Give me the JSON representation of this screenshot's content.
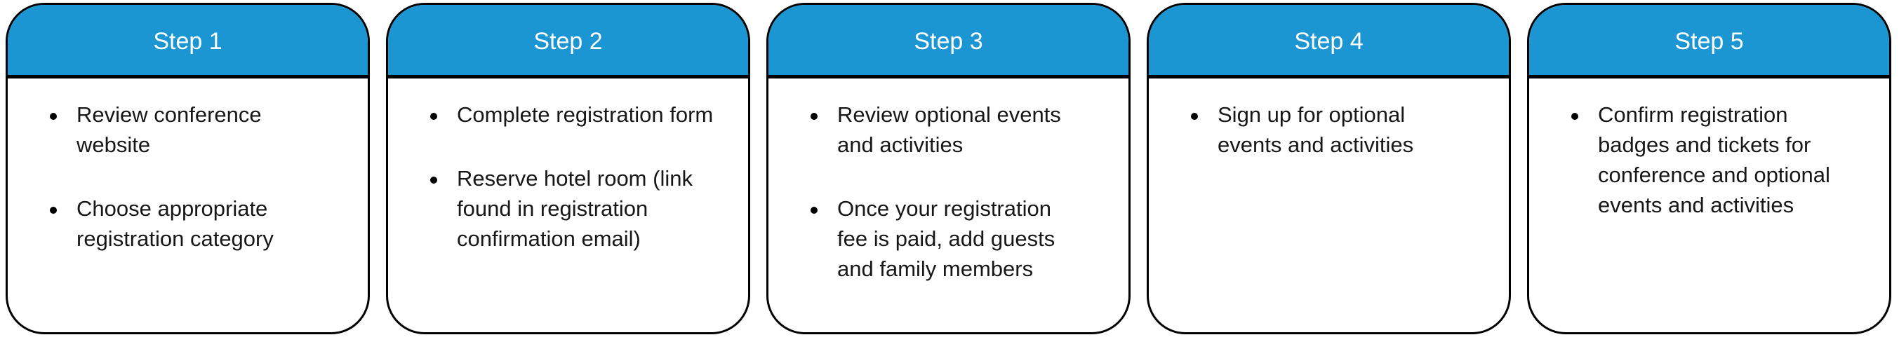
{
  "colors": {
    "header_bg": "#1b96d2",
    "header_text": "#ffffff",
    "card_border": "#000000",
    "body_text": "#171717",
    "bullet_dot": "#000000",
    "page_bg": "#ffffff"
  },
  "steps": [
    {
      "title": "Step 1",
      "bullets": [
        "Review conference\nwebsite",
        "Choose appropriate\nregistration category"
      ]
    },
    {
      "title": "Step 2",
      "bullets": [
        "Complete registration form",
        "Reserve hotel room (link\nfound in registration\nconfirmation email)"
      ]
    },
    {
      "title": "Step 3",
      "bullets": [
        "Review optional events\nand activities",
        "Once your registration\nfee is paid, add guests\nand family members"
      ]
    },
    {
      "title": "Step 4",
      "bullets": [
        "Sign up for optional\nevents and activities"
      ]
    },
    {
      "title": "Step 5",
      "bullets": [
        "Confirm registration\nbadges and tickets for\nconference and optional\nevents and activities"
      ]
    }
  ]
}
